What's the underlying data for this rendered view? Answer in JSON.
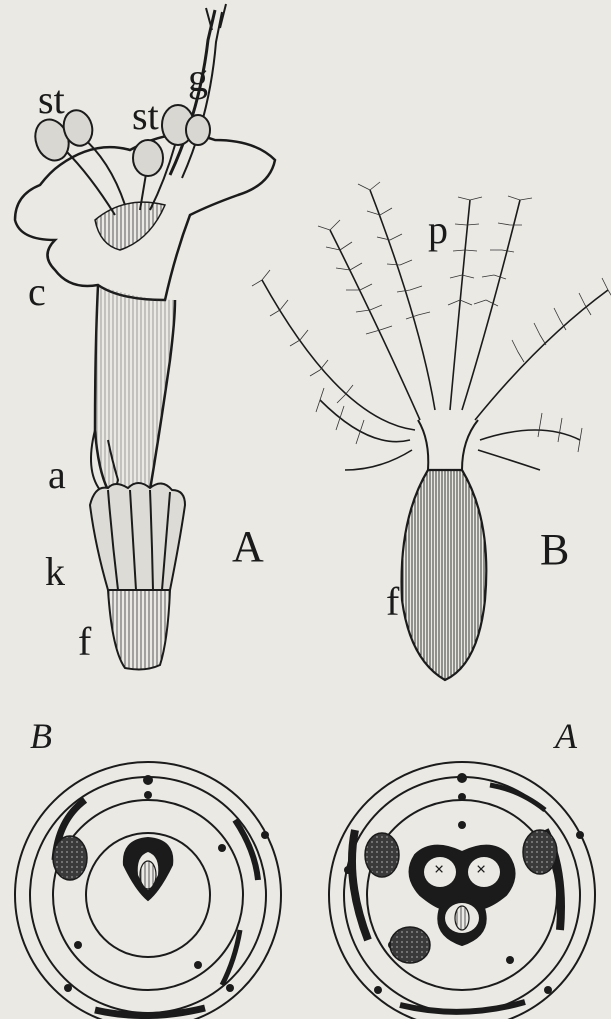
{
  "figure": {
    "labels": {
      "st_left": "st",
      "st_right": "st",
      "g": "g",
      "c": "c",
      "a": "a",
      "k": "k",
      "f_a": "f",
      "A_upper": "A",
      "p": "p",
      "B_upper": "B",
      "f_b": "f",
      "B_lower": "B",
      "A_lower": "A",
      "x1": "×",
      "x2": "×"
    }
  }
}
